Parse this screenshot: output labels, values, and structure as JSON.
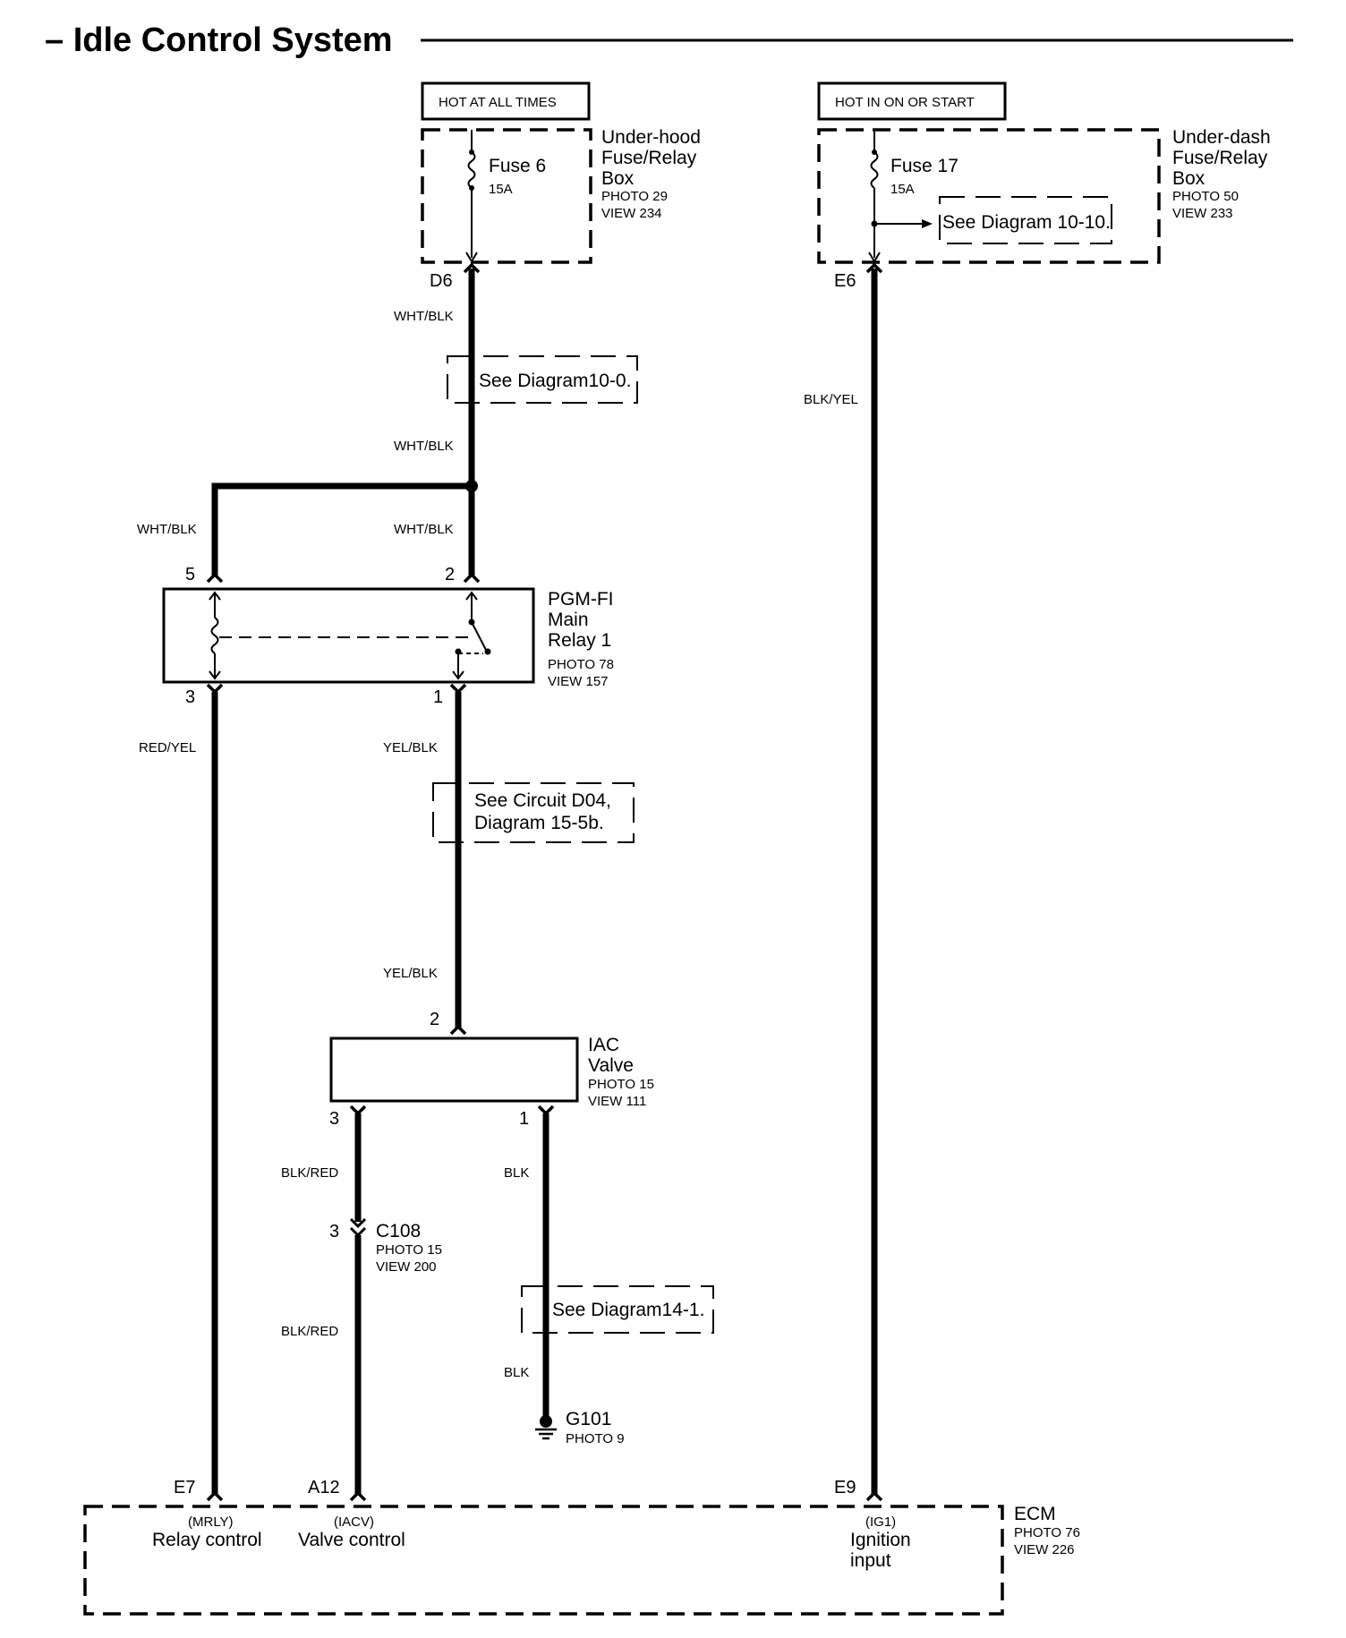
{
  "title": "– Idle Control System",
  "power_sources": {
    "hot_at_all_times": "HOT AT ALL TIMES",
    "hot_in_on_or_start": "HOT IN ON OR START"
  },
  "underhood_box": {
    "name": [
      "Under-hood",
      "Fuse/Relay",
      "Box"
    ],
    "photo": "PHOTO 29",
    "view": "VIEW 234",
    "fuse": "Fuse 6",
    "rating": "15A",
    "pin": "D6"
  },
  "underdash_box": {
    "name": [
      "Under-dash",
      "Fuse/Relay",
      "Box"
    ],
    "photo": "PHOTO 50",
    "view": "VIEW 233",
    "fuse": "Fuse 17",
    "rating": "15A",
    "pin": "E6",
    "see_ref": "See Diagram 10-10."
  },
  "refs": {
    "diag_10_0": "See Diagram10-0.",
    "circuit_d04": [
      "See Circuit D04,",
      "Diagram 15-5b."
    ],
    "diag_14_1": "See Diagram14-1."
  },
  "wires": {
    "wht_blk": "WHT/BLK",
    "blk_yel": "BLK/YEL",
    "red_yel": "RED/YEL",
    "yel_blk": "YEL/BLK",
    "blk_red": "BLK/RED",
    "blk": "BLK"
  },
  "relay": {
    "name": [
      "PGM-FI",
      "Main",
      "Relay 1"
    ],
    "photo": "PHOTO 78",
    "view": "VIEW 157",
    "pin_5": "5",
    "pin_2": "2",
    "pin_3": "3",
    "pin_1": "1"
  },
  "iac_valve": {
    "name": [
      "IAC",
      "Valve"
    ],
    "photo": "PHOTO 15",
    "view": "VIEW 111",
    "pin_2": "2",
    "pin_3": "3",
    "pin_1": "1"
  },
  "connector_c108": {
    "pin": "3",
    "name": "C108",
    "photo": "PHOTO 15",
    "view": "VIEW 200"
  },
  "ground_g101": {
    "name": "G101",
    "photo": "PHOTO 9"
  },
  "ecm": {
    "name": "ECM",
    "photo": "PHOTO 76",
    "view": "VIEW 226",
    "pins": {
      "e7": "E7",
      "a12": "A12",
      "e9": "E9"
    },
    "mrly": {
      "code": "(MRLY)",
      "desc": "Relay control"
    },
    "iacv": {
      "code": "(IACV)",
      "desc": "Valve control"
    },
    "ig1": {
      "code": "(IG1)",
      "desc": [
        "Ignition",
        "input"
      ]
    }
  }
}
